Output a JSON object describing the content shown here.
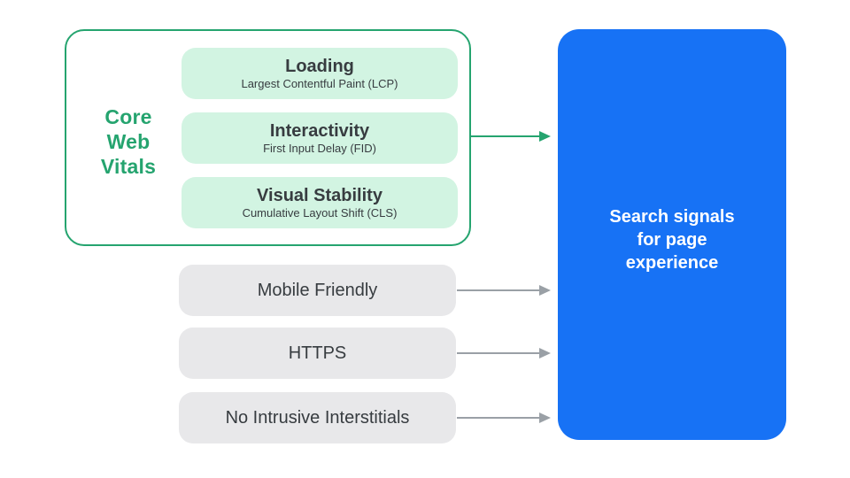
{
  "colors": {
    "accent_green": "#25A46F",
    "mint_fill": "#D2F4E2",
    "blue_fill": "#1772F5",
    "gray_fill": "#E8E8EA",
    "arrow_gray": "#9AA0A6",
    "text_dark": "#373C40",
    "text_white": "#FFFFFF",
    "background": "#FFFFFF"
  },
  "icons": {
    "connector": "arrow-right-icon"
  },
  "core_web_vitals": {
    "label_lines": [
      "Core",
      "Web",
      "Vitals"
    ],
    "cards": [
      {
        "title": "Loading",
        "subtitle": "Largest Contentful Paint (LCP)"
      },
      {
        "title": "Interactivity",
        "subtitle": "First Input Delay (FID)"
      },
      {
        "title": "Visual Stability",
        "subtitle": "Cumulative Layout Shift (CLS)"
      }
    ]
  },
  "other_signals": [
    "Mobile Friendly",
    "HTTPS",
    "No Intrusive Interstitials"
  ],
  "result_panel": {
    "label_lines": [
      "Search signals",
      "for page",
      "experience"
    ]
  }
}
